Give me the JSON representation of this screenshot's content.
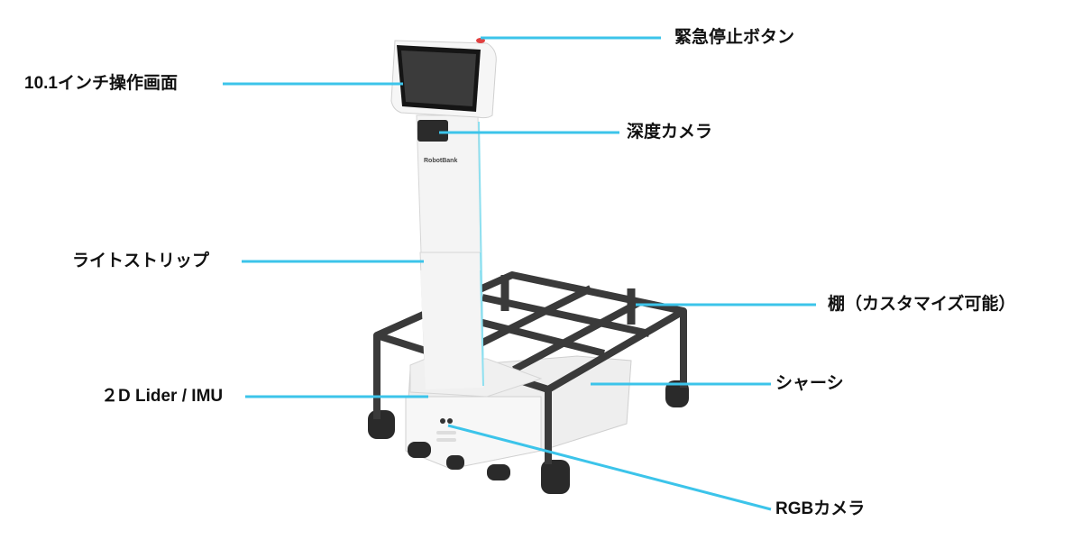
{
  "colors": {
    "leader_line": "#3cc4ea",
    "frame": "#3a3a3a",
    "body": "#f2f2f2",
    "screen": "#3b3b3b",
    "emergency": "#e04040"
  },
  "robot": {
    "brand_logo": "RobotBank"
  },
  "labels": {
    "emergency_stop": "緊急停止ボタン",
    "touchscreen": "10.1インチ操作画面",
    "depth_camera": "深度カメラ",
    "light_strip": "ライトストリップ",
    "shelf": "棚（カスタマイズ可能）",
    "lidar_imu": "２D Lider / IMU",
    "chassis": "シャーシ",
    "rgb_camera": "RGBカメラ"
  }
}
